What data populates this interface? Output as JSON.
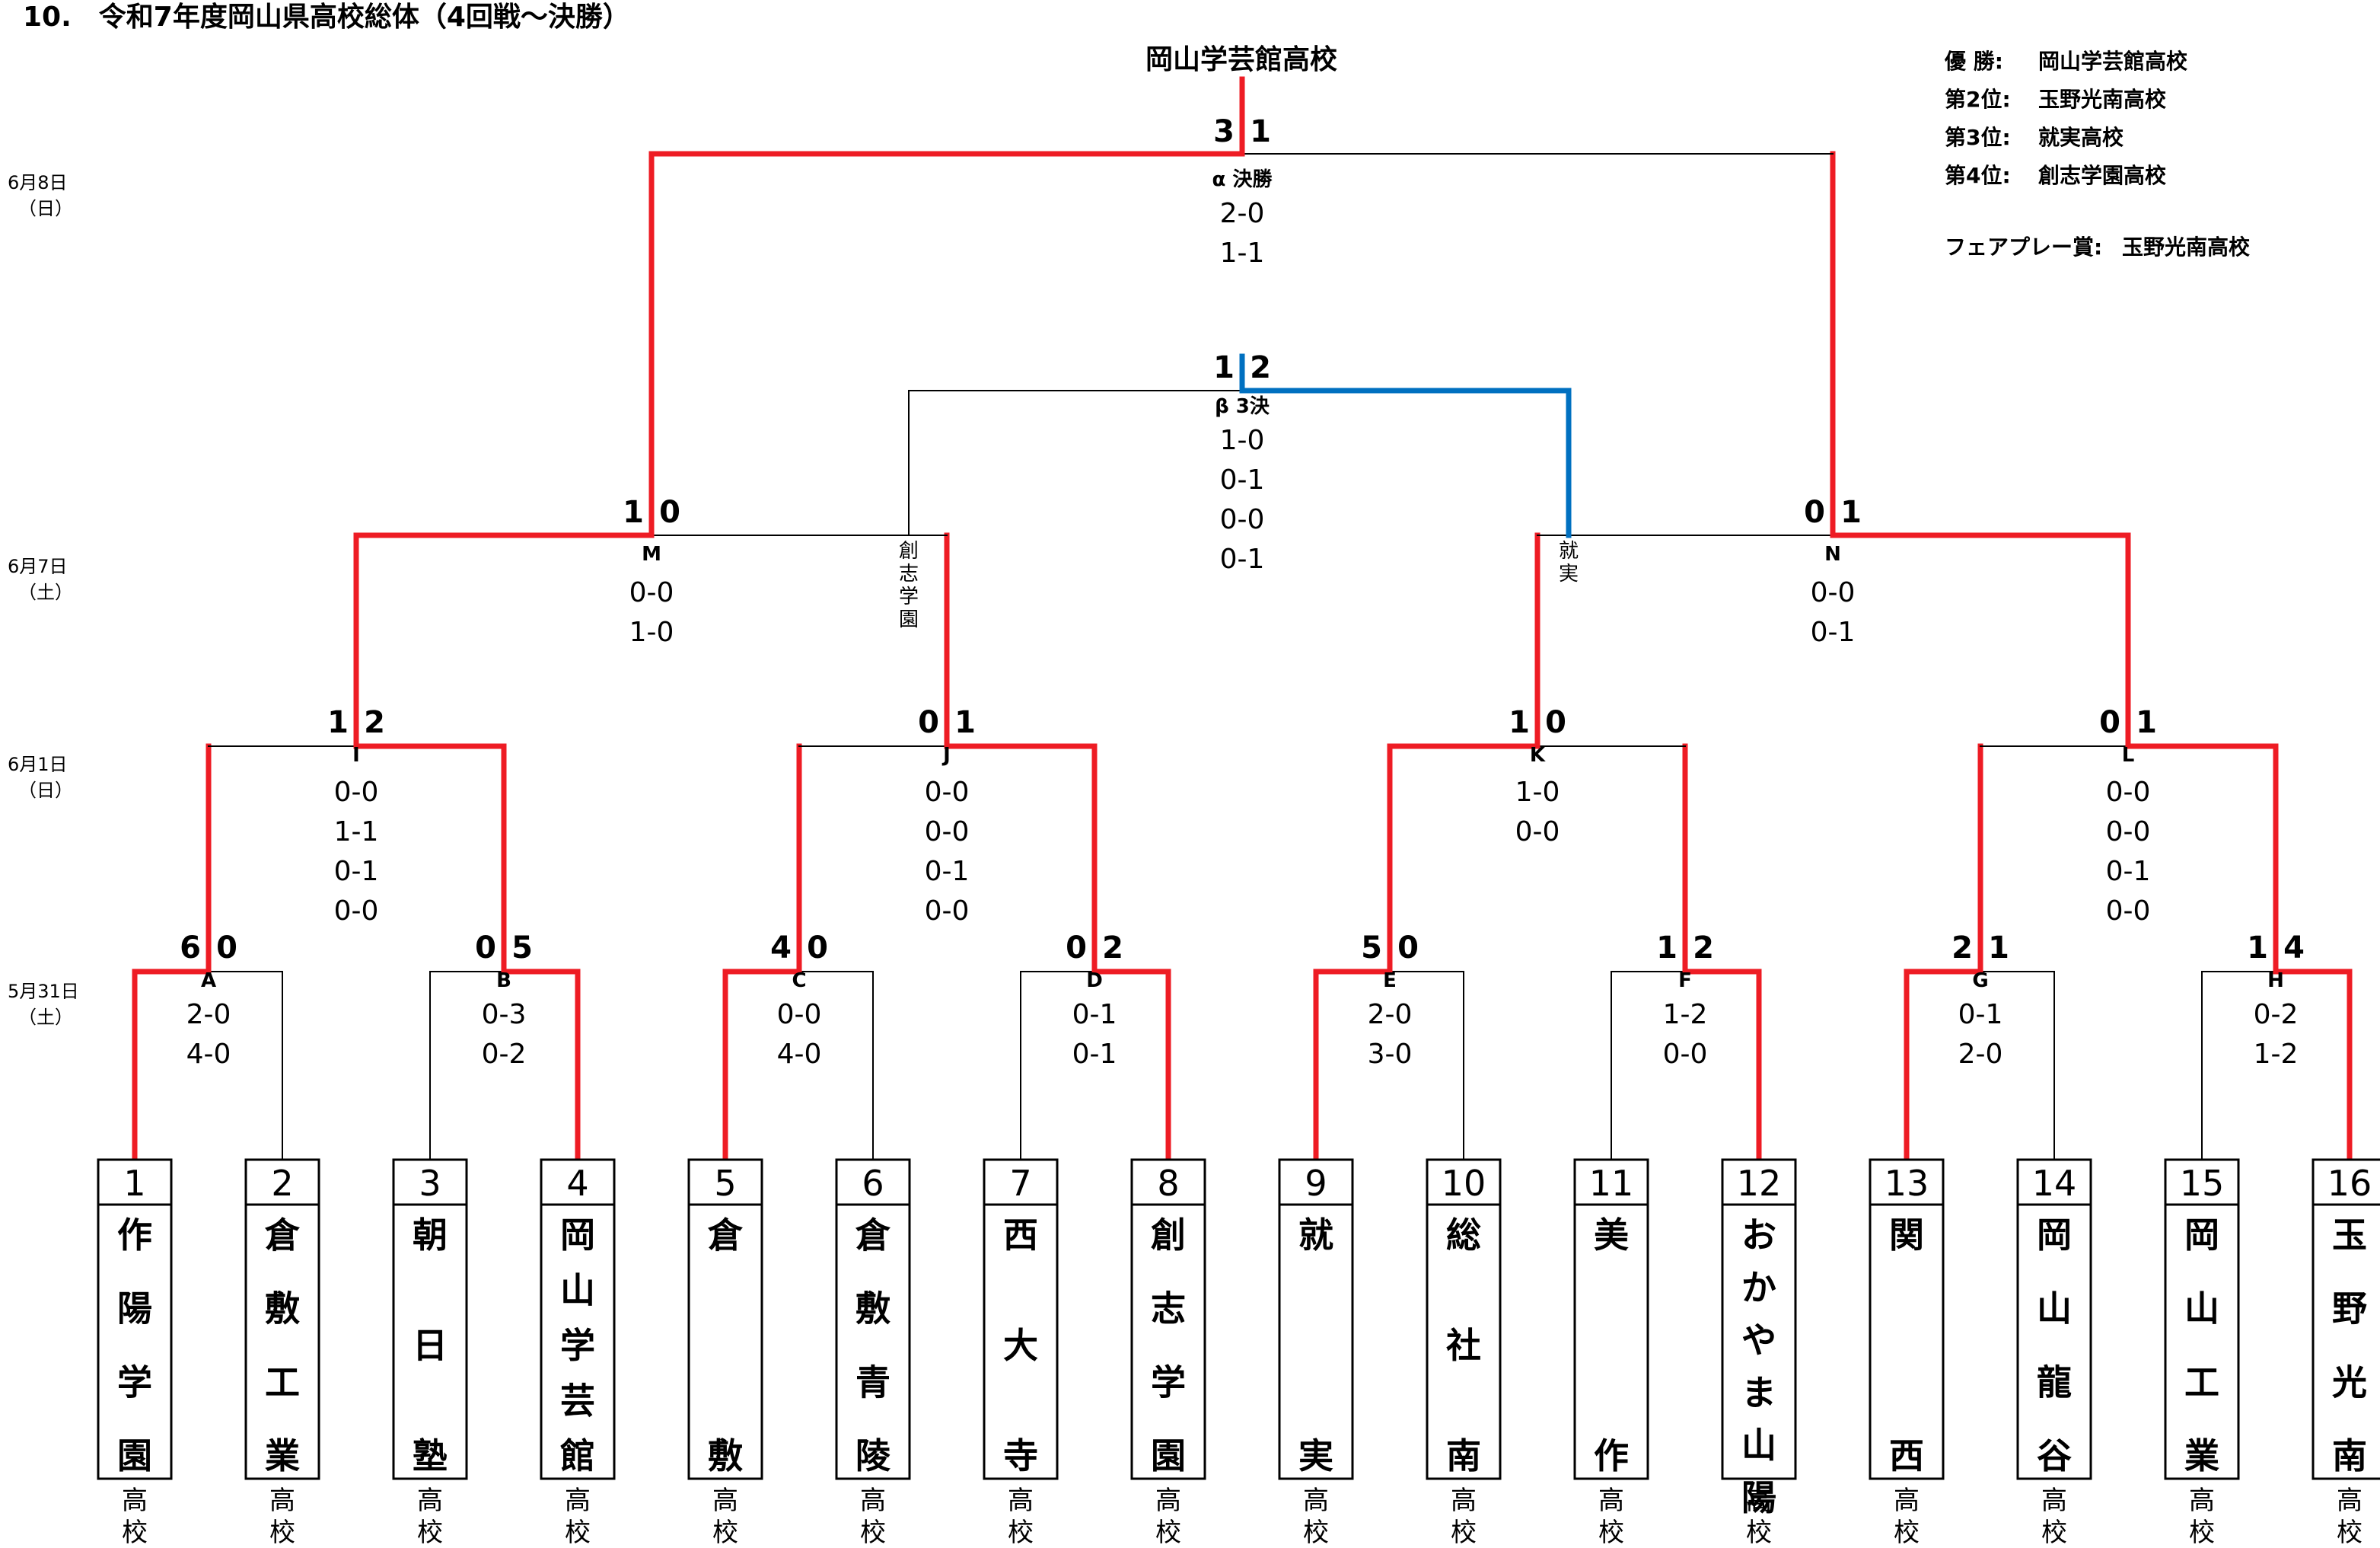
{
  "title": "10.　令和7年度岡山県高校総体（4回戦～決勝）",
  "winner": "岡山学芸館高校",
  "colors": {
    "win": "#ee1c24",
    "third": "#0070c0",
    "line": "#000000"
  },
  "results": [
    {
      "label": "優 勝:",
      "value": "岡山学芸館高校"
    },
    {
      "label": "第2位:",
      "value": "玉野光南高校"
    },
    {
      "label": "第3位:",
      "value": "就実高校"
    },
    {
      "label": "第4位:",
      "value": "創志学園高校"
    }
  ],
  "fairplay": {
    "label": "フェアプレー賞:",
    "value": "玉野光南高校"
  },
  "dates": [
    {
      "date": "6月8日",
      "day": "（日）"
    },
    {
      "date": "6月7日",
      "day": "（土）"
    },
    {
      "date": "6月1日",
      "day": "（日）"
    },
    {
      "date": "5月31日",
      "day": "（土）"
    }
  ],
  "teams": [
    {
      "no": "1",
      "chars": [
        "作",
        "陽",
        "学",
        "園"
      ],
      "suffix": [
        "高",
        "校"
      ]
    },
    {
      "no": "2",
      "chars": [
        "倉",
        "敷",
        "工",
        "業"
      ],
      "suffix": [
        "高",
        "校"
      ]
    },
    {
      "no": "3",
      "chars": [
        "朝",
        "日",
        "塾"
      ],
      "suffix": [
        "高",
        "校"
      ]
    },
    {
      "no": "4",
      "chars": [
        "岡",
        "山",
        "学",
        "芸",
        "館"
      ],
      "suffix": [
        "高",
        "校"
      ]
    },
    {
      "no": "5",
      "chars": [
        "倉",
        "敷"
      ],
      "suffix": [
        "高",
        "校"
      ]
    },
    {
      "no": "6",
      "chars": [
        "倉",
        "敷",
        "青",
        "陵"
      ],
      "suffix": [
        "高",
        "校"
      ]
    },
    {
      "no": "7",
      "chars": [
        "西",
        "大",
        "寺"
      ],
      "suffix": [
        "高",
        "校"
      ]
    },
    {
      "no": "8",
      "chars": [
        "創",
        "志",
        "学",
        "園"
      ],
      "suffix": [
        "高",
        "校"
      ]
    },
    {
      "no": "9",
      "chars": [
        "就",
        "実"
      ],
      "suffix": [
        "高",
        "校"
      ]
    },
    {
      "no": "10",
      "chars": [
        "総",
        "社",
        "南"
      ],
      "suffix": [
        "高",
        "校"
      ]
    },
    {
      "no": "11",
      "chars": [
        "美",
        "作"
      ],
      "suffix": [
        "高",
        "校"
      ]
    },
    {
      "no": "12",
      "chars": [
        "お",
        "か",
        "や",
        "ま",
        "山",
        "陽"
      ],
      "suffix": [
        "高",
        "校"
      ]
    },
    {
      "no": "13",
      "chars": [
        "関",
        "西"
      ],
      "suffix": [
        "高",
        "校"
      ]
    },
    {
      "no": "14",
      "chars": [
        "岡",
        "山",
        "龍",
        "谷"
      ],
      "suffix": [
        "高",
        "校"
      ]
    },
    {
      "no": "15",
      "chars": [
        "岡",
        "山",
        "工",
        "業"
      ],
      "suffix": [
        "高",
        "校"
      ]
    },
    {
      "no": "16",
      "chars": [
        "玉",
        "野",
        "光",
        "南"
      ],
      "suffix": [
        "高",
        "校"
      ]
    }
  ],
  "matches": [
    {
      "id": "A",
      "left": "6",
      "right": "0",
      "halves": [
        "2-0",
        "4-0"
      ],
      "winner": "left"
    },
    {
      "id": "B",
      "left": "0",
      "right": "5",
      "halves": [
        "0-3",
        "0-2"
      ],
      "winner": "right"
    },
    {
      "id": "C",
      "left": "4",
      "right": "0",
      "halves": [
        "0-0",
        "4-0"
      ],
      "winner": "left"
    },
    {
      "id": "D",
      "left": "0",
      "right": "2",
      "halves": [
        "0-1",
        "0-1"
      ],
      "winner": "right"
    },
    {
      "id": "E",
      "left": "5",
      "right": "0",
      "halves": [
        "2-0",
        "3-0"
      ],
      "winner": "left"
    },
    {
      "id": "F",
      "left": "1",
      "right": "2",
      "halves": [
        "1-2",
        "0-0"
      ],
      "winner": "right"
    },
    {
      "id": "G",
      "left": "2",
      "right": "1",
      "halves": [
        "0-1",
        "2-0"
      ],
      "winner": "left"
    },
    {
      "id": "H",
      "left": "1",
      "right": "4",
      "halves": [
        "0-2",
        "1-2"
      ],
      "winner": "right"
    },
    {
      "id": "I",
      "left": "1",
      "right": "2",
      "halves": [
        "0-0",
        "1-1",
        "0-1",
        "0-0"
      ],
      "winner": "right"
    },
    {
      "id": "J",
      "left": "0",
      "right": "1",
      "halves": [
        "0-0",
        "0-0",
        "0-1",
        "0-0"
      ],
      "winner": "right"
    },
    {
      "id": "K",
      "left": "1",
      "right": "0",
      "halves": [
        "1-0",
        "0-0"
      ],
      "winner": "left"
    },
    {
      "id": "L",
      "left": "0",
      "right": "1",
      "halves": [
        "0-0",
        "0-0",
        "0-1",
        "0-0"
      ],
      "winner": "right"
    },
    {
      "id": "M",
      "left": "1",
      "right": "0",
      "halves": [
        "0-0",
        "1-0"
      ],
      "winner": "left"
    },
    {
      "id": "N",
      "left": "0",
      "right": "1",
      "halves": [
        "0-0",
        "0-1"
      ],
      "winner": "right"
    },
    {
      "id": "α",
      "name": "決勝",
      "left": "3",
      "right": "1",
      "halves": [
        "2-0",
        "1-1"
      ],
      "winner": "left"
    },
    {
      "id": "β",
      "name": "3決",
      "left": "1",
      "right": "2",
      "halves": [
        "1-0",
        "0-1",
        "0-0",
        "0-1"
      ],
      "winner": "right"
    }
  ],
  "semi_losers": [
    {
      "chars": [
        "創",
        "志",
        "学",
        "園"
      ]
    },
    {
      "chars": [
        "就",
        "実"
      ]
    }
  ]
}
